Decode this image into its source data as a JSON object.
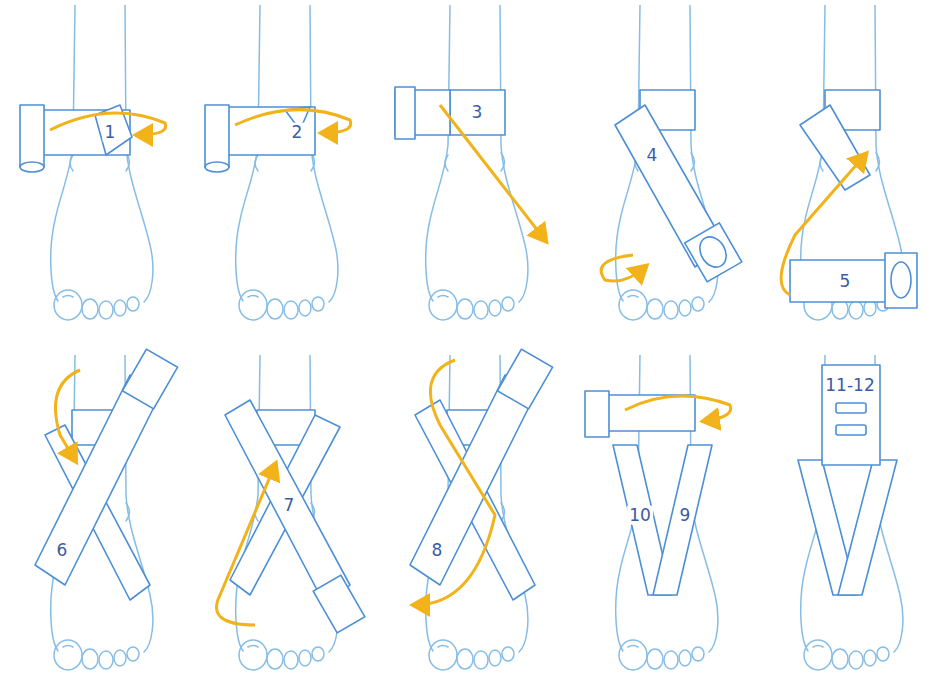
{
  "diagram": {
    "labels": [
      "1",
      "2",
      "3",
      "4",
      "5",
      "6",
      "7",
      "8",
      "10",
      "9",
      "11-12"
    ]
  }
}
